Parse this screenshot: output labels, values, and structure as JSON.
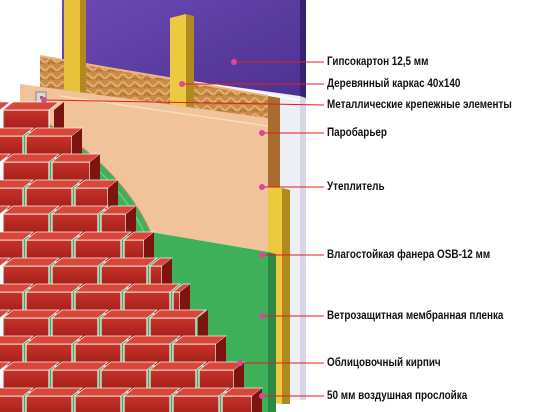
{
  "diagram": {
    "palette": {
      "drywall": "#5a3aa0",
      "frame": "#e8c13a",
      "vapor_barrier": "#eeeef6",
      "insulation": "#c98a43",
      "osb": "#f0c39a",
      "membrane": "#3fb05a",
      "brick": "#b4241c",
      "mortar": "#f2f2f2",
      "leader": "#e02020",
      "dot": "#d54a9a"
    },
    "layers": [
      {
        "id": "drywall",
        "label": "Гипсокартон 12,5 мм"
      },
      {
        "id": "frame",
        "label": "Деревянный каркас 40х140"
      },
      {
        "id": "fasteners",
        "label": "Металлические крепежные элементы"
      },
      {
        "id": "vapor-barrier",
        "label": "Паробарьер"
      },
      {
        "id": "insulation",
        "label": "Утеплитель"
      },
      {
        "id": "osb",
        "label": "Влагостойкая фанера OSB-12 мм"
      },
      {
        "id": "wind-membrane",
        "label": "Ветрозащитная мембранная пленка"
      },
      {
        "id": "facing-brick",
        "label": "Облицовочный кирпич"
      },
      {
        "id": "air-gap",
        "label": "50 мм воздушная прослойка"
      }
    ]
  }
}
